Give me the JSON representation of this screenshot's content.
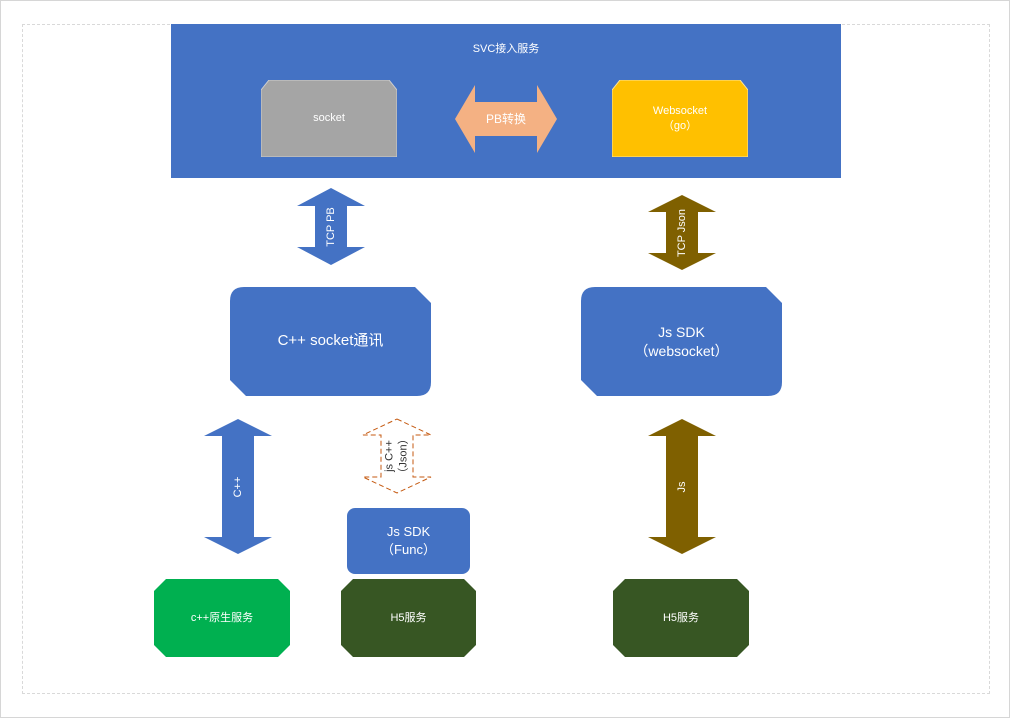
{
  "diagram": {
    "svc": {
      "title": "SVC接入服务",
      "color": "#4472c4"
    },
    "socket_box": {
      "label": "socket",
      "color": "#a5a5a5"
    },
    "pb_arrow": {
      "label": "PB转换",
      "color": "#f4b183"
    },
    "websocket_box": {
      "label": "Websocket\n（go）",
      "color": "#ffc000"
    },
    "tcp_pb_arrow": {
      "label": "TCP PB",
      "color": "#4472c4"
    },
    "tcp_json_arrow": {
      "label": "TCP Json",
      "color": "#7f6000"
    },
    "cpp_socket_box": {
      "label": "C++ socket通讯",
      "color": "#4472c4"
    },
    "js_sdk_ws_box": {
      "label": "Js SDK\n（websocket）",
      "color": "#4472c4"
    },
    "cpp_arrow": {
      "label": "C++",
      "color": "#4472c4"
    },
    "js_cpp_json_arrow": {
      "label": "js C++\n（Json）",
      "color": "#c55a11"
    },
    "js_arrow": {
      "label": "Js",
      "color": "#7f6000"
    },
    "js_sdk_func_box": {
      "label": "Js SDK\n（Func）",
      "color": "#4472c4"
    },
    "cpp_native_box": {
      "label": "c++原生服务",
      "color": "#00b050"
    },
    "h5_left_box": {
      "label": "H5服务",
      "color": "#375623"
    },
    "h5_right_box": {
      "label": "H5服务",
      "color": "#375623"
    }
  }
}
